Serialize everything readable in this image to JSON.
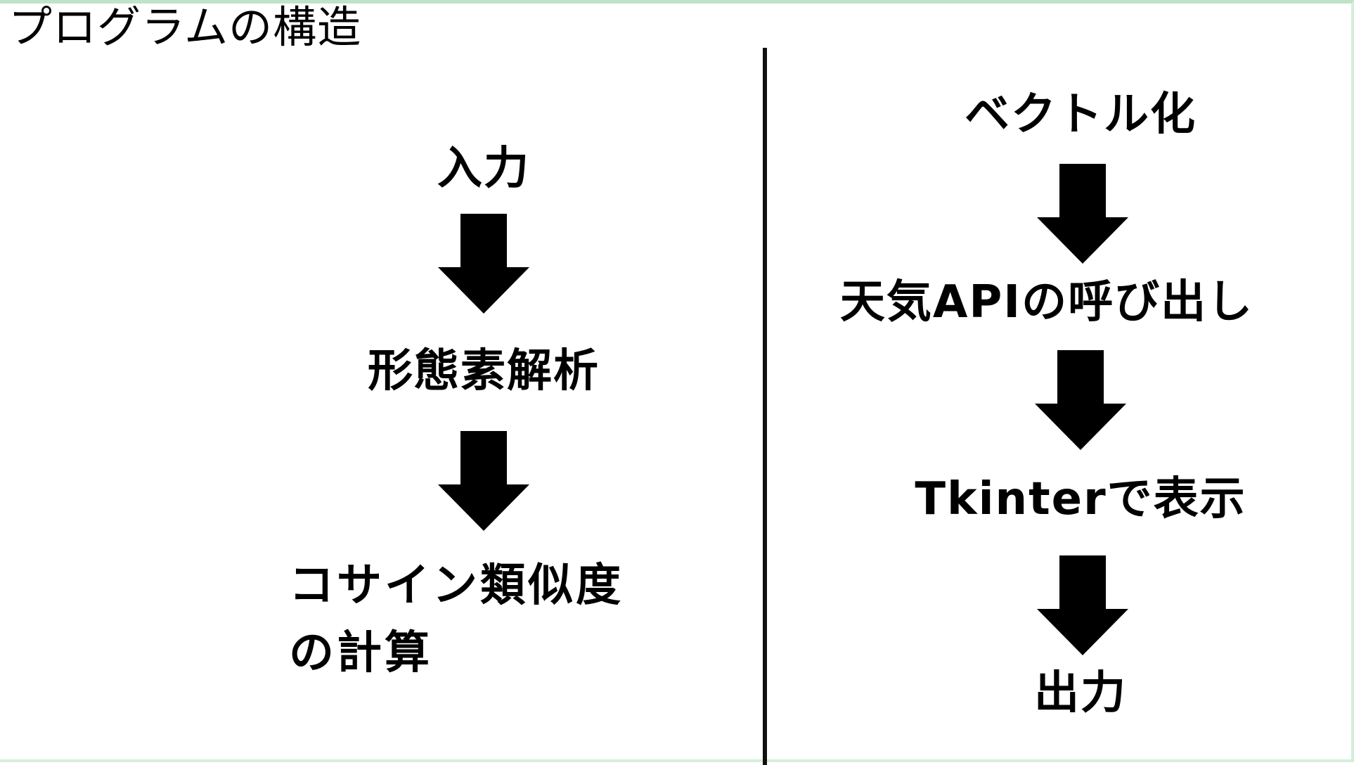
{
  "title": "プログラムの構造",
  "left_flow": {
    "steps": [
      "入力",
      "形態素解析",
      "コサイン類似度",
      "の計算"
    ]
  },
  "right_flow": {
    "steps": [
      "ベクトル化",
      "天気APIの呼び出し",
      "Tkinterで表示",
      "出力"
    ]
  },
  "colors": {
    "arrow": "#000000",
    "border": "#bfe3c6",
    "background": "#ffffff"
  }
}
